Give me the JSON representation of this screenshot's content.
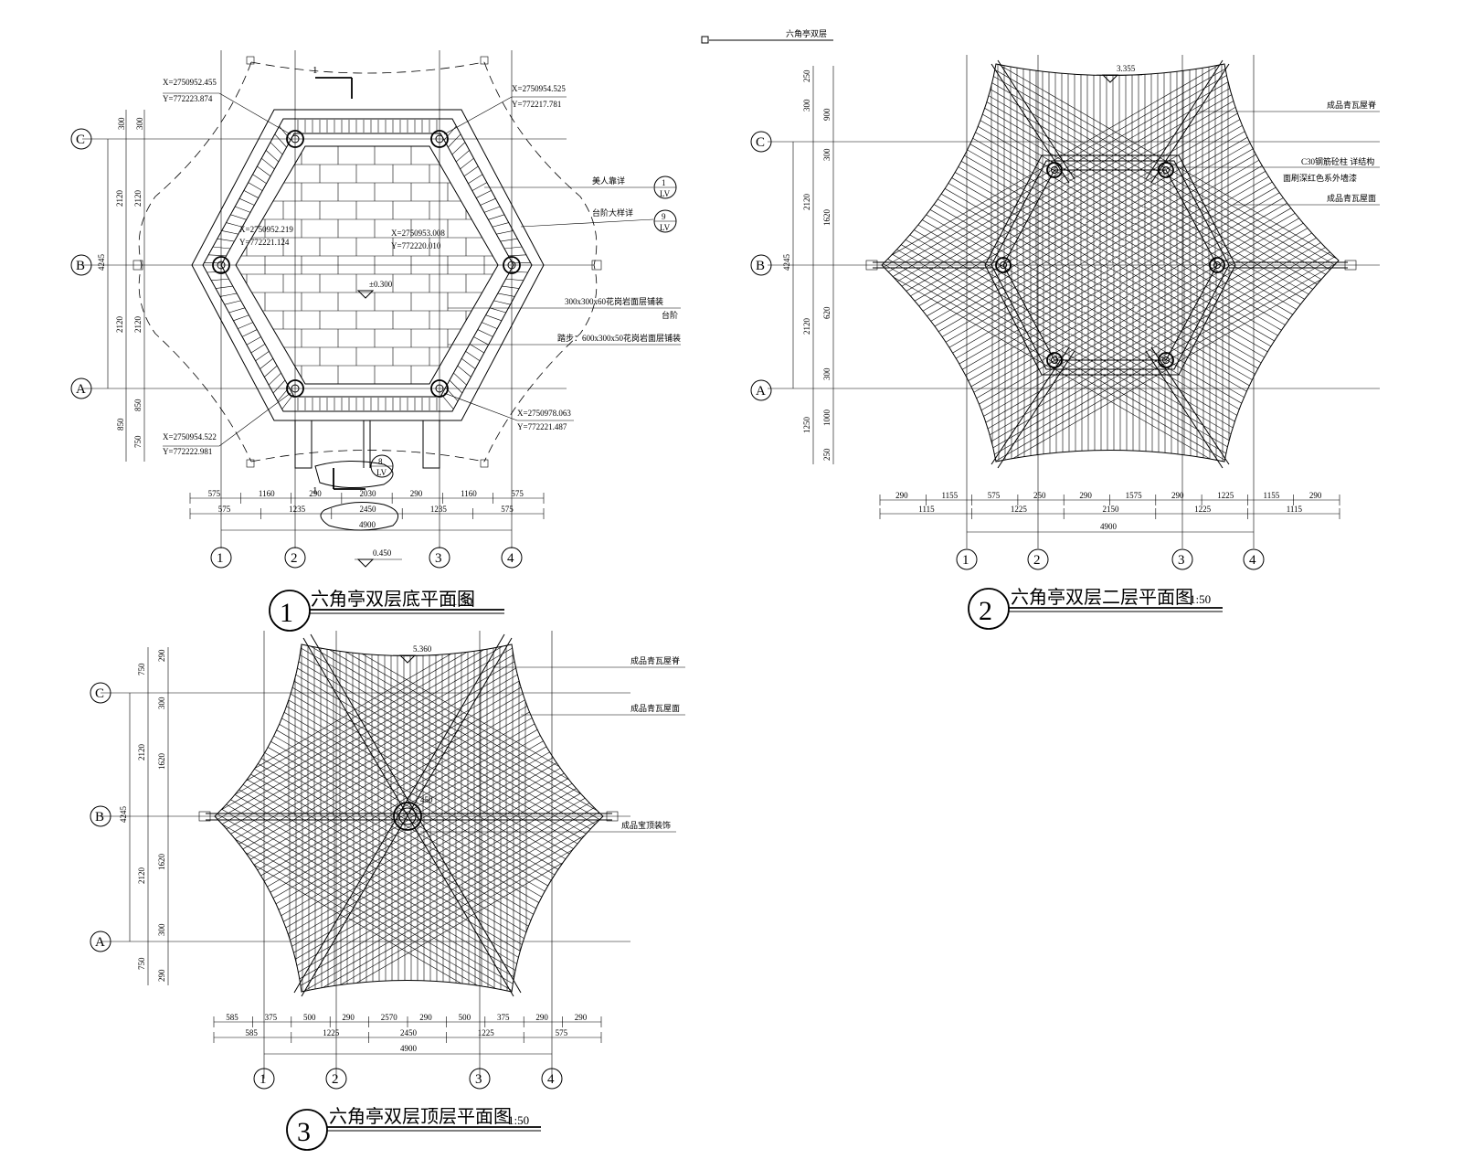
{
  "header": {
    "label": "六角亭双层"
  },
  "axes": {
    "rows": [
      "C",
      "B",
      "A"
    ],
    "cols": [
      "1",
      "2",
      "3",
      "4"
    ]
  },
  "plan1": {
    "number": "1",
    "title": "六角亭双层底平面图",
    "scale": "1:50",
    "section_mark": "1",
    "coords": {
      "tl": [
        "X=2750952.455",
        "Y=772223.874"
      ],
      "tr": [
        "X=2750954.525",
        "Y=772217.781"
      ],
      "ml": [
        "X=2750952.219",
        "Y=772221.124"
      ],
      "mr": [
        "X=2750953.008",
        "Y=772220.010"
      ],
      "bl": [
        "X=2750954.522",
        "Y=772222.981"
      ],
      "br": [
        "X=2750978.063",
        "Y=772221.487"
      ]
    },
    "labels": {
      "l1": "美人靠详",
      "l2": "台阶大样详",
      "l3": "300x300x60花岗岩面层铺装",
      "l4": "台阶",
      "l5": "踏步：600x300x50花岗岩面层铺装"
    },
    "detail_refs": {
      "a_top": "1",
      "a_bot": "LV",
      "b_top": "9",
      "b_bot": "LV",
      "c_top": "8",
      "c_bot": "LV"
    },
    "elev_mid": "±0.300",
    "elev_bot": "0.450",
    "dims_left_outer": [
      "300",
      "2120",
      "2120",
      "850"
    ],
    "dims_left_inner": [
      "300",
      "2120",
      "2120",
      "850",
      "750"
    ],
    "dims_left_total": "4245",
    "dims_bottom_row1": [
      "575",
      "1160",
      "290",
      "2030",
      "290",
      "1160",
      "575"
    ],
    "dims_bottom_row2": [
      "575",
      "1235",
      "2450",
      "1235",
      "575"
    ],
    "dims_bottom_total": "4900"
  },
  "plan2": {
    "number": "2",
    "title": "六角亭双层二层平面图",
    "scale": "1:50",
    "elev": "3.355",
    "labels": {
      "l1": "成品青瓦屋脊",
      "l2": "C30钢筋砼柱 详结构",
      "l3": "面刷深红色系外墙漆",
      "l4": "成品青瓦屋面"
    },
    "dims_left_outer": [
      "250",
      "300",
      "2120",
      "2120",
      "1250"
    ],
    "dims_left_inner": [
      "900",
      "300",
      "1620",
      "620",
      "300",
      "1000",
      "250"
    ],
    "dims_left_total": "4245",
    "dims_bottom_row1": [
      "290",
      "1155",
      "575",
      "250",
      "290",
      "1575",
      "290",
      "1225",
      "1155",
      "290"
    ],
    "dims_bottom_row2": [
      "1115",
      "1225",
      "2150",
      "1225",
      "1115"
    ],
    "dims_bottom_total": "4900"
  },
  "plan3": {
    "number": "3",
    "title": "六角亭双层顶层平面图",
    "scale": "1:50",
    "elev_top": "5.360",
    "elev_center": "450",
    "labels": {
      "l1": "成品青瓦屋脊",
      "l2": "成品青瓦屋面",
      "l3": "成品宝顶装饰"
    },
    "dims_left_outer": [
      "750",
      "2120",
      "2120",
      "750"
    ],
    "dims_left_inner": [
      "290",
      "300",
      "1620",
      "1620",
      "300",
      "290"
    ],
    "dims_left_total": "4245",
    "dims_bottom_row1": [
      "585",
      "375",
      "500",
      "290",
      "2570",
      "290",
      "500",
      "375",
      "290",
      "290"
    ],
    "dims_bottom_row2": [
      "585",
      "1225",
      "2450",
      "1225",
      "575"
    ],
    "dims_bottom_total": "4900"
  }
}
